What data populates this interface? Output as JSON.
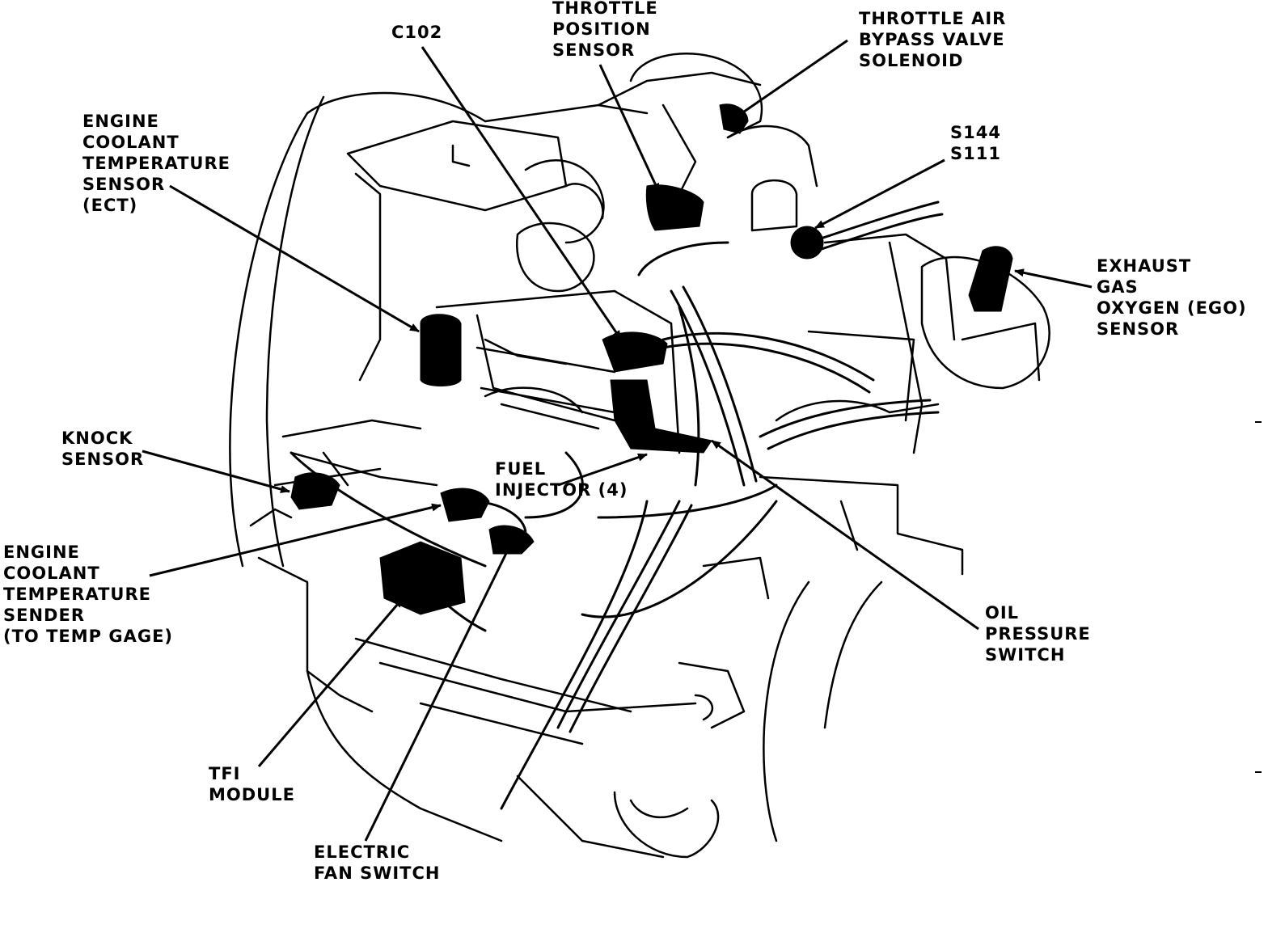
{
  "colors": {
    "ink": "#000000",
    "paper": "#ffffff"
  },
  "labels": {
    "c102": [
      "C102"
    ],
    "throttle_position_sensor": [
      "THROTTLE",
      "POSITION",
      "SENSOR"
    ],
    "throttle_air_bypass": [
      "THROTTLE AIR",
      "BYPASS VALVE",
      "SOLENOID"
    ],
    "s144_s111": [
      "S144",
      "S111"
    ],
    "ect_sensor": [
      "ENGINE",
      "COOLANT",
      "TEMPERATURE",
      "SENSOR",
      "(ECT)"
    ],
    "ego_sensor": [
      "EXHAUST",
      "GAS",
      "OXYGEN (EGO)",
      "SENSOR"
    ],
    "knock_sensor": [
      "KNOCK",
      "SENSOR"
    ],
    "fuel_injector": [
      "FUEL",
      "INJECTOR (4)"
    ],
    "temp_sender": [
      "ENGINE",
      "COOLANT",
      "TEMPERATURE",
      "SENDER",
      "(TO TEMP GAGE)"
    ],
    "oil_pressure_switch": [
      "OIL",
      "PRESSURE",
      "SWITCH"
    ],
    "tfi_module": [
      "TFI",
      "MODULE"
    ],
    "electric_fan_switch": [
      "ELECTRIC",
      "FAN SWITCH"
    ]
  }
}
